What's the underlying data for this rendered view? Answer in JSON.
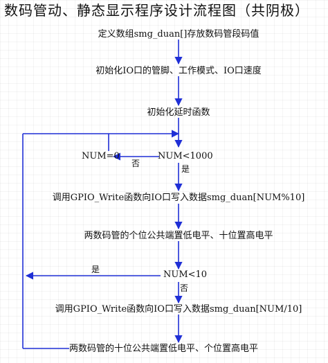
{
  "title": "数码管动、静态显示程序设计流程图（共阴极）",
  "steps": {
    "define_array": "定义数组smg_duan[]存放数码管段码值",
    "init_io": "初始化IO口的管脚、工作模式、IO口速度",
    "init_delay": "初始化延时函数",
    "num_reset": "NUM=0",
    "cond_1000": "NUM<1000",
    "write_mod": "调用GPIO_Write函数向IO口写入数据smg_duan[NUM%10]",
    "ones_on": "两数码管的个位公共端置低电平、十位置高电平",
    "cond_10": "NUM<10",
    "write_div": "调用GPIO_Write函数向IO口写入数据smg_duan[NUM/10]",
    "tens_on": "两数码管的十位公共端置低电平、个位置高电平"
  },
  "branch_labels": {
    "no_1": "否",
    "yes_1": "是",
    "yes_2": "是",
    "no_2": "否"
  },
  "colors": {
    "arrow": "#1f2fd6",
    "text": "#111111"
  }
}
